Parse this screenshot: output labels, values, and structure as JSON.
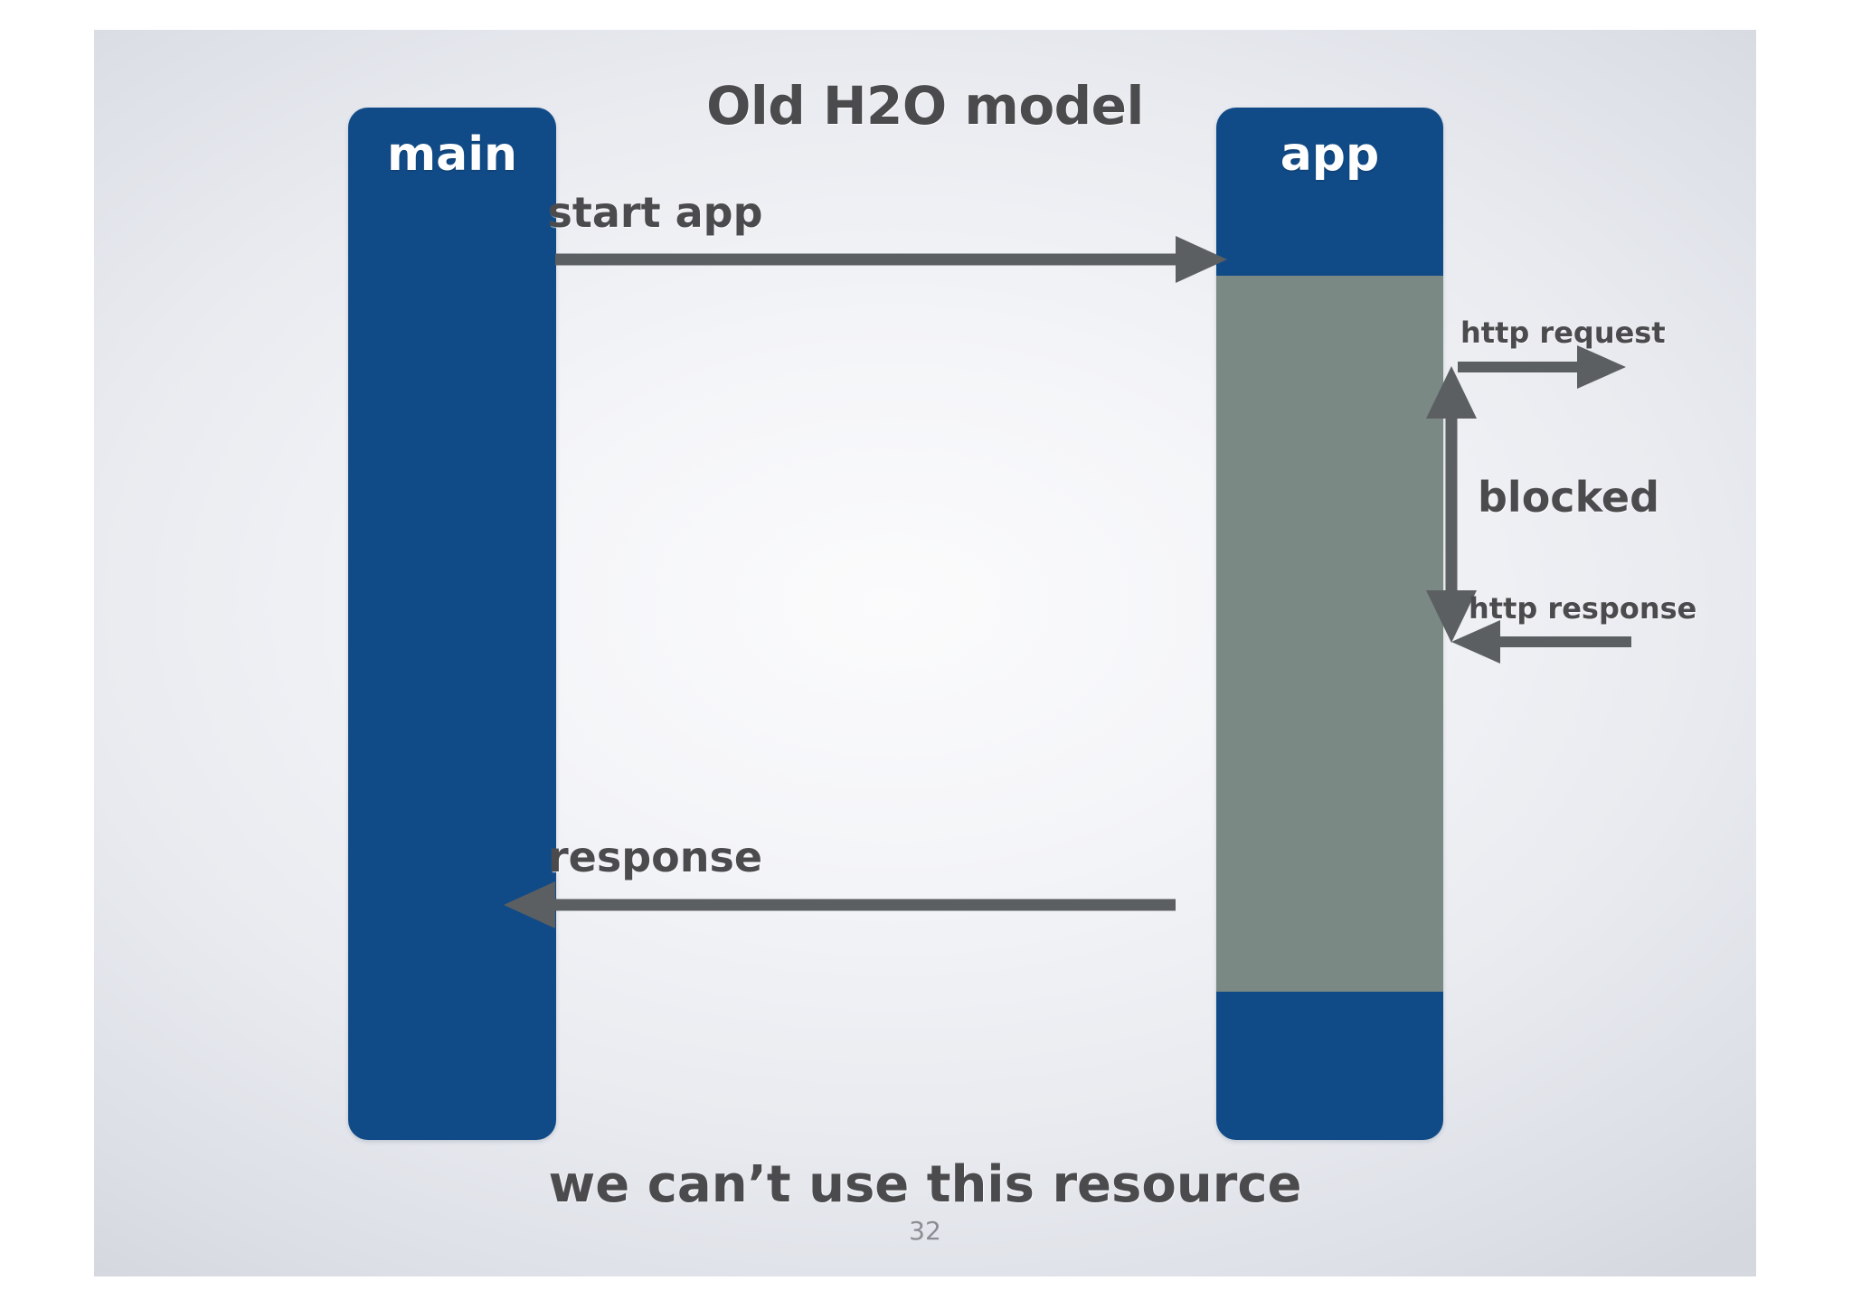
{
  "slide": {
    "title": "Old H2O model",
    "caption": "we can’t use this resource",
    "page_number": "32"
  },
  "colors": {
    "lifeline_blue": "#114b87",
    "blocked_gray": "#7b8984",
    "arrow_gray": "#5c5f61",
    "text_gray": "#4b4b4d",
    "background_light": "#f4f5f8",
    "background_edge": "#d5d8df",
    "label_white": "#ffffff"
  },
  "lifelines": [
    {
      "id": "main",
      "label": "main",
      "blocked": false
    },
    {
      "id": "app",
      "label": "app",
      "blocked": true
    }
  ],
  "messages": [
    {
      "id": "start-app",
      "label": "start app",
      "direction": "right",
      "from": "main",
      "to": "app"
    },
    {
      "id": "http-request",
      "label": "http request",
      "direction": "right",
      "from": "app",
      "to": "external"
    },
    {
      "id": "http-response",
      "label": "http response",
      "direction": "left",
      "from": "external",
      "to": "app"
    },
    {
      "id": "response",
      "label": "response",
      "direction": "left",
      "from": "app",
      "to": "main"
    }
  ],
  "annotations": [
    {
      "id": "blocked",
      "label": "blocked",
      "kind": "double-headed-vertical-arrow"
    }
  ]
}
